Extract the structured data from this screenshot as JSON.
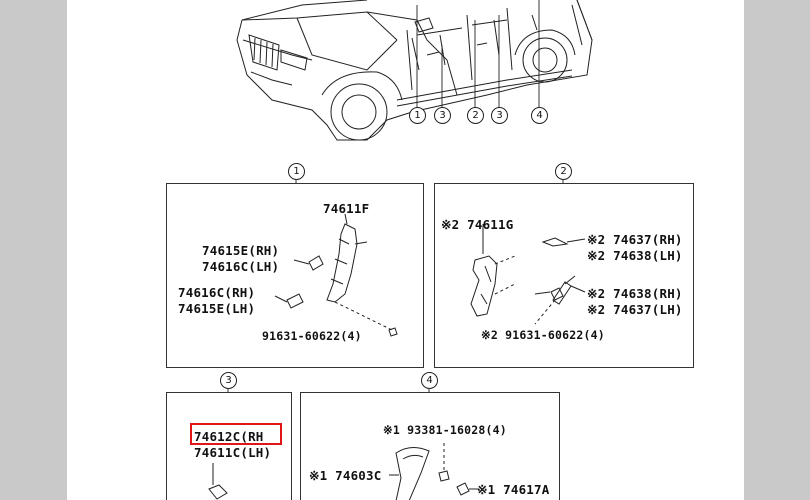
{
  "colors": {
    "page_bg": "#c9c9c9",
    "sheet": "#ffffff",
    "highlight": "#e01515",
    "line": "#222222"
  },
  "callouts": {
    "top": [
      "1",
      "3",
      "2",
      "3",
      "4"
    ],
    "panels": [
      "1",
      "2",
      "3",
      "4"
    ]
  },
  "panel1": {
    "p1": "74611F",
    "p2": "74615E(RH)",
    "p3": "74616C(LH)",
    "p4": "74616C(RH)",
    "p5": "74615E(LH)",
    "p6": "91631-60622(4)"
  },
  "panel2": {
    "p1": "※2 74611G",
    "p2": "※2 74637(RH)",
    "p3": "※2 74638(LH)",
    "p4": "※2 74638(RH)",
    "p5": "※2 74637(LH)",
    "p6": "※2 91631-60622(4)"
  },
  "panel3": {
    "p1": "74612C(RH",
    "p2": "74611C(LH)"
  },
  "panel4": {
    "p1": "※1 93381-16028(4)",
    "p2": "※1 74603C",
    "p3": "※1 74617A"
  }
}
